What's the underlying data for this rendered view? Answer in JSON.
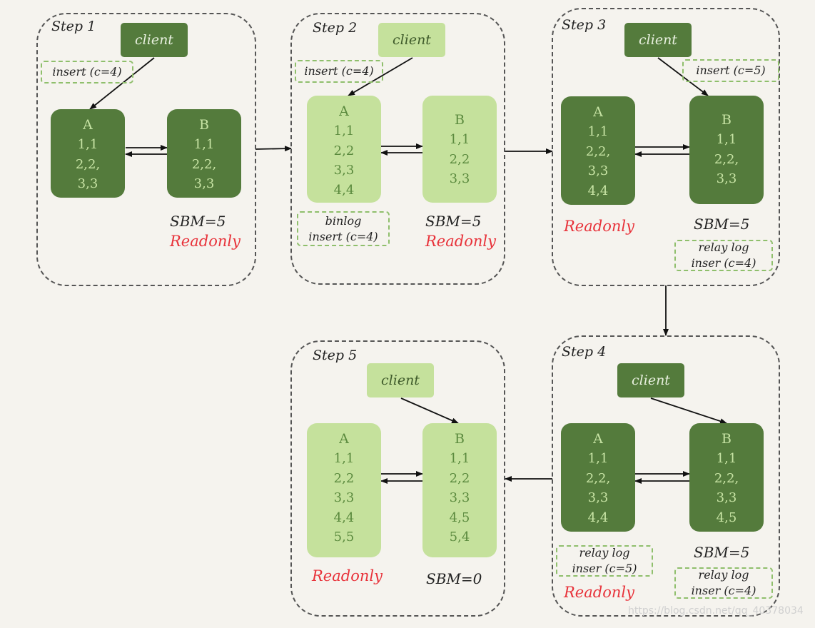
{
  "steps": [
    {
      "label": "Step 1",
      "client": "client",
      "note": "insert (c=4)",
      "node_a": {
        "name": "A",
        "rows": [
          "1,1",
          "2,2,",
          "3,3"
        ]
      },
      "node_b": {
        "name": "B",
        "rows": [
          "1,1",
          "2,2,",
          "3,3"
        ]
      },
      "sbm": "SBM=5",
      "readonly": "Readonly"
    },
    {
      "label": "Step 2",
      "client": "client",
      "note": "insert (c=4)",
      "node_a": {
        "name": "A",
        "rows": [
          "1,1",
          "2,2",
          "3,3",
          "4,4"
        ]
      },
      "node_b": {
        "name": "B",
        "rows": [
          "1,1",
          "2,2",
          "3,3"
        ]
      },
      "binlog": [
        "binlog",
        "insert (c=4)"
      ],
      "sbm": "SBM=5",
      "readonly": "Readonly"
    },
    {
      "label": "Step 3",
      "client": "client",
      "note": "insert (c=5)",
      "node_a": {
        "name": "A",
        "rows": [
          "1,1",
          "2,2,",
          "3,3",
          "4,4"
        ]
      },
      "node_b": {
        "name": "B",
        "rows": [
          "1,1",
          "2,2,",
          "3,3"
        ]
      },
      "readonly": "Readonly",
      "sbm": "SBM=5",
      "relay": [
        "relay log",
        "inser (c=4)"
      ]
    },
    {
      "label": "Step 4",
      "client": "client",
      "node_a": {
        "name": "A",
        "rows": [
          "1,1",
          "2,2,",
          "3,3",
          "4,4"
        ]
      },
      "node_b": {
        "name": "B",
        "rows": [
          "1,1",
          "2,2,",
          "3,3",
          "4,5"
        ]
      },
      "relay_a": [
        "relay log",
        "inser (c=5)"
      ],
      "sbm": "SBM=5",
      "relay_b": [
        "relay log",
        "inser (c=4)"
      ],
      "readonly": "Readonly"
    },
    {
      "label": "Step 5",
      "client": "client",
      "node_a": {
        "name": "A",
        "rows": [
          "1,1",
          "2,2",
          "3,3",
          "4,4",
          "5,5"
        ]
      },
      "node_b": {
        "name": "B",
        "rows": [
          "1,1",
          "2,2",
          "3,3",
          "4,5",
          "5,4"
        ]
      },
      "readonly": "Readonly",
      "sbm": "SBM=0"
    }
  ],
  "colors": {
    "dark_green": "#547b3c",
    "light_green": "#c5e19c",
    "readonly_red": "#e8323a",
    "note_border": "#8fbf6c"
  },
  "watermark": "https://blog.csdn.net/qq_40378034"
}
